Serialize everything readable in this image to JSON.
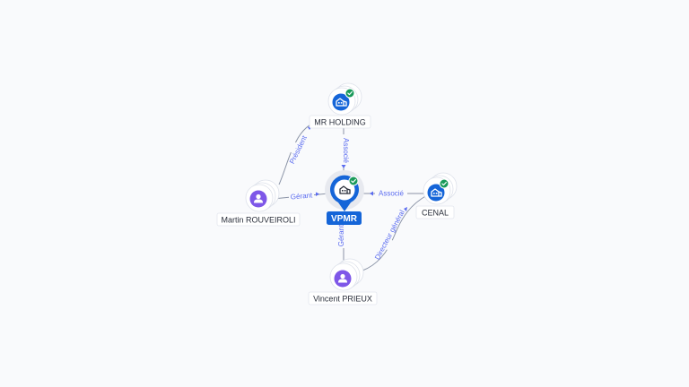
{
  "colors": {
    "background": "#f9fafc",
    "company": "#1565d8",
    "person": "#7e57e8",
    "verified": "#1a9a5a",
    "edge_label": "#5b6cf0",
    "main_label_bg": "#1565d8"
  },
  "nodes": {
    "mr_holding": {
      "label": "MR HOLDING",
      "icon": "company-icon",
      "verified": true
    },
    "vpmr": {
      "label": "VPMR",
      "icon": "company-icon",
      "verified": true,
      "main": true
    },
    "cenal": {
      "label": "CENAL",
      "icon": "company-icon",
      "verified": true
    },
    "martin": {
      "label": "Martin ROUVEIROLI",
      "icon": "person-icon"
    },
    "vincent": {
      "label": "Vincent PRIEUX",
      "icon": "person-icon"
    }
  },
  "edges": {
    "martin_mrholding": {
      "label": "Président"
    },
    "mrholding_vpmr": {
      "label": "Associé"
    },
    "martin_vpmr": {
      "label": "Gérant"
    },
    "cenal_vpmr": {
      "label": "Associé"
    },
    "vincent_vpmr": {
      "label": "Gérant"
    },
    "vincent_cenal": {
      "label": "Directeur général"
    }
  }
}
